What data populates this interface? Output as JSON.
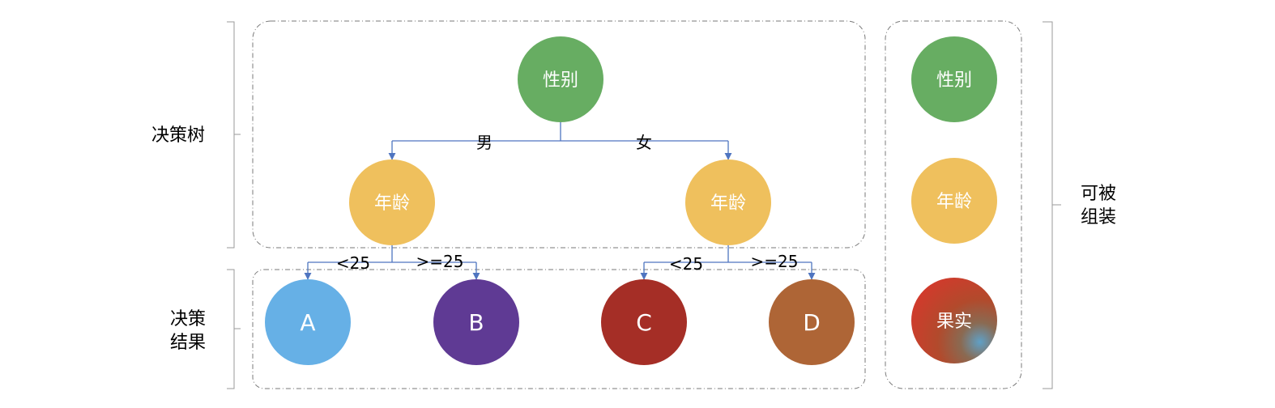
{
  "labels": {
    "tree_line1": "决策树",
    "result_line1": "决策",
    "result_line2": "结果",
    "combine_line1": "可被",
    "combine_line2": "组装"
  },
  "nodes": {
    "root": {
      "label": "性别",
      "color": "#67ad62"
    },
    "age_left": {
      "label": "年龄",
      "color": "#efc05d"
    },
    "age_right": {
      "label": "年龄",
      "color": "#efc05d"
    },
    "leaf_a": {
      "label": "A",
      "color": "#66b0e6"
    },
    "leaf_b": {
      "label": "B",
      "color": "#5f3a94"
    },
    "leaf_c": {
      "label": "C",
      "color": "#a52e26"
    },
    "leaf_d": {
      "label": "D",
      "color": "#ae6536"
    }
  },
  "edges": {
    "male": "男",
    "female": "女",
    "left_lt": "<25",
    "left_ge": ">=25",
    "right_lt": "<25",
    "right_ge": ">=25"
  },
  "legend": {
    "gender": {
      "label": "性别",
      "color": "#67ad62"
    },
    "age": {
      "label": "年龄",
      "color": "#efc05d"
    },
    "fruit": {
      "label": "果实",
      "colors": [
        "#c93b2d",
        "#a0522d",
        "#5fa0c6"
      ]
    }
  },
  "colors": {
    "connector": "#4f75c0",
    "frame": "#7a7a7a"
  }
}
